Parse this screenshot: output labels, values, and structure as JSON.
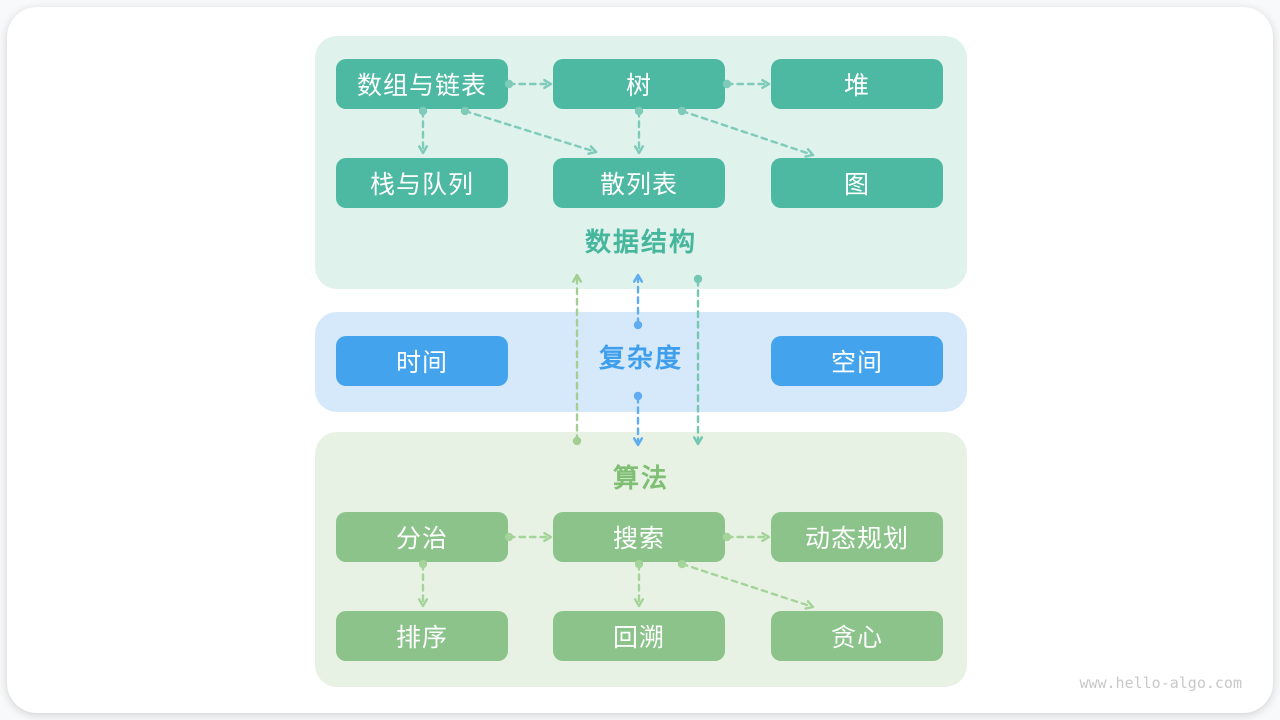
{
  "sections": {
    "data_structures": {
      "label": "数据结构",
      "nodes": [
        "数组与链表",
        "树",
        "堆",
        "栈与队列",
        "散列表",
        "图"
      ]
    },
    "complexity": {
      "label": "复杂度",
      "nodes": [
        "时间",
        "空间"
      ]
    },
    "algorithms": {
      "label": "算法",
      "nodes": [
        "分治",
        "搜索",
        "动态规划",
        "排序",
        "回溯",
        "贪心"
      ]
    }
  },
  "edges": [
    {
      "from": "数组与链表",
      "to": "树"
    },
    {
      "from": "树",
      "to": "堆"
    },
    {
      "from": "数组与链表",
      "to": "栈与队列"
    },
    {
      "from": "数组与链表",
      "to": "散列表"
    },
    {
      "from": "树",
      "to": "散列表"
    },
    {
      "from": "树",
      "to": "图"
    },
    {
      "from": "分治",
      "to": "搜索"
    },
    {
      "from": "搜索",
      "to": "动态规划"
    },
    {
      "from": "分治",
      "to": "排序"
    },
    {
      "from": "搜索",
      "to": "回溯"
    },
    {
      "from": "搜索",
      "to": "贪心"
    },
    {
      "from": "算法",
      "to": "数据结构"
    },
    {
      "from": "复杂度",
      "to": "数据结构"
    },
    {
      "from": "复杂度",
      "to": "算法"
    },
    {
      "from": "数据结构",
      "to": "算法"
    }
  ],
  "watermark": "www.hello-algo.com",
  "colors": {
    "page_bg": "#f8f9fa",
    "card_bg": "#ffffff",
    "node_text": "#ffffff",
    "ds_box": "#4db9a2",
    "ds_section_bg": "#dff2ec",
    "ds_label": "#46b69d",
    "ds_arrow": "#7ecbb9",
    "cx_box": "#43a3ec",
    "cx_section_bg": "#d6e9fa",
    "cx_label": "#3f9fec",
    "cx_arrow": "#5facf1",
    "algo_box": "#8bc38b",
    "algo_section_bg": "#e8f2e4",
    "algo_label": "#7fbf74",
    "algo_arrow": "#a5d49b",
    "link_algo_to_ds": "#a3cf92",
    "link_ds_to_algo": "#74c7b2",
    "watermark_text": "#c8c8c8"
  }
}
